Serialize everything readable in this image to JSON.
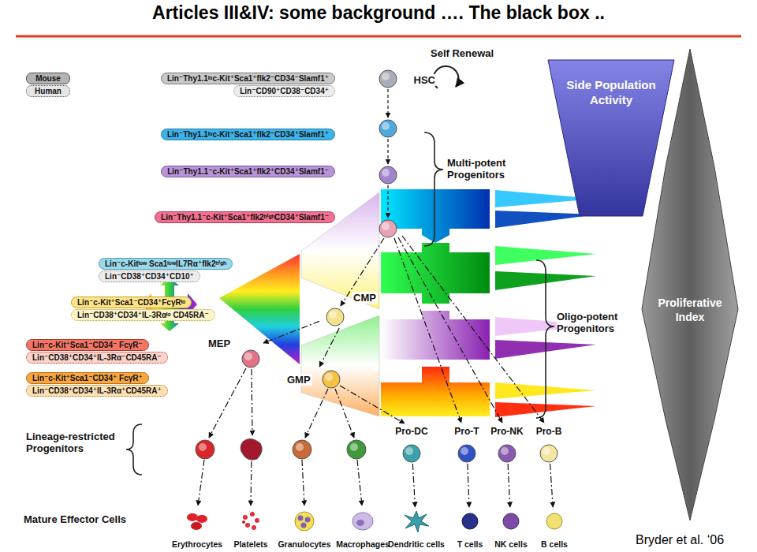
{
  "diagram": {
    "title": "Articles III&IV: some background …. The black box ..",
    "caption": "Bryder et al. ‘06",
    "nodes": [
      {
        "text": [
          "Lin⁻Thy1.1ˡᵒc-Kit⁺Sca1⁺flk2⁻CD34⁻Slamf1⁺"
        ]
      },
      {
        "text": [
          "Lin⁻CD90⁺CD38⁻CD34⁺"
        ]
      },
      {
        "text": [
          "HSC"
        ]
      },
      {
        "text": [
          "Side Population Activity"
        ]
      },
      {
        "text": [
          "Lin⁻Thy1.1ˡᵒc-Kit⁺Sca1⁺flk2⁻CD34⁺Slamf1⁺"
        ]
      },
      {
        "text": [
          "Lin⁻Thy1.1⁻c-Kit⁺Sca1⁺flk2⁺CD34⁺Slamf1⁻"
        ]
      },
      {
        "text": [
          "Lin⁻Thy1.1⁻c-Kit⁺Sca1⁺flk2ʰⁱᵍʰCD34⁺Slamf1⁻"
        ]
      },
      {
        "text": [
          "Proliferative Index"
        ]
      },
      {
        "text": [
          "Lin⁻c-Kitˡᵒʷ Sca1ˡᵒʷIL7Rα⁺flk2ʰⁱᵍʰ"
        ]
      },
      {
        "text": [
          "Lin⁻CD38⁺CD34⁺CD10⁺"
        ]
      },
      {
        "text": [
          "Lin⁻c-Kit⁺Sca1⁻CD34⁺FcγRˡᵒ"
        ]
      },
      {
        "text": [
          "Lin⁻CD38⁺CD34⁺IL-3Rαˡᵒ CD45RA⁻"
        ]
      },
      {
        "text": [
          "CMP"
        ]
      },
      {
        "text": [
          "Lin⁻c-Kit⁺Sca1⁻CD34⁻ FcγR⁻"
        ]
      },
      {
        "text": [
          "Lin⁻CD38⁺CD34⁺IL-3Rα⁻CD45RA⁻"
        ]
      },
      {
        "text": [
          "MEP"
        ]
      },
      {
        "text": [
          "Lin⁻c-Kit⁺Sca1⁻CD34⁺ FcγR⁺"
        ]
      },
      {
        "text": [
          "Lin⁻CD38⁺CD34⁺IL-3Rα⁺CD45RA⁺"
        ]
      },
      {
        "text": [
          "GMP"
        ]
      },
      {
        "text": [
          "Pro-DC"
        ]
      },
      {
        "text": [
          "Pro-T"
        ]
      },
      {
        "text": [
          "Pro-NK"
        ]
      },
      {
        "text": [
          "Pro-B"
        ]
      },
      {
        "text": [
          "Erythrocytes"
        ]
      },
      {
        "text": [
          "Platelets"
        ]
      },
      {
        "text": [
          "Granulocytes"
        ]
      },
      {
        "text": [
          "Macrophages"
        ]
      },
      {
        "text": [
          "Dendritic cells"
        ]
      },
      {
        "text": [
          "T cells"
        ]
      },
      {
        "text": [
          "NK cells"
        ]
      },
      {
        "text": [
          "B cells"
        ]
      }
    ],
    "edges": [
      {
        "from": 12,
        "to": 15,
        "arrow": "to"
      },
      {
        "from": 12,
        "to": 18,
        "arrow": "to"
      },
      {
        "from": 19,
        "to": 27,
        "arrow": "to"
      },
      {
        "from": 20,
        "to": 28,
        "arrow": "to"
      },
      {
        "from": 21,
        "to": 29,
        "arrow": "to"
      },
      {
        "from": 22,
        "to": 30,
        "arrow": "to"
      }
    ],
    "labels": [
      "Self Renewal",
      "Multi-potent Progenitors",
      "Oligo-potent Progenitors",
      "Lineage-restricted Progenitors",
      "Mature Effector Cells"
    ],
    "legend": [
      {
        "text": "Mouse",
        "color": "#b4b4b4"
      },
      {
        "text": "Human",
        "color": "#e6e6e6"
      }
    ]
  }
}
